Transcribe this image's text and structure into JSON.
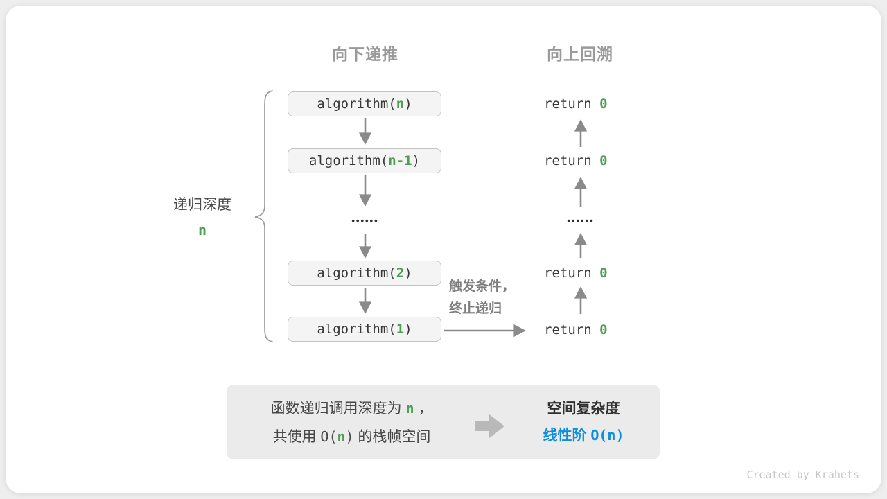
{
  "headers": {
    "down": "向下递推",
    "up": "向上回溯"
  },
  "depth": {
    "label": "递归深度",
    "var": "n"
  },
  "recursion": {
    "boxes": [
      {
        "pre": "algorithm(",
        "arg": "n",
        "post": ")"
      },
      {
        "pre": "algorithm(",
        "arg": "n-1",
        "post": ")"
      },
      {
        "pre": "algorithm(",
        "arg": "2",
        "post": ")"
      },
      {
        "pre": "algorithm(",
        "arg": "1",
        "post": ")"
      }
    ],
    "ellipsis": "••••••",
    "returns": [
      {
        "pre": "return ",
        "val": "0"
      },
      {
        "pre": "return ",
        "val": "0"
      },
      {
        "pre": "return ",
        "val": "0"
      },
      {
        "pre": "return ",
        "val": "0"
      }
    ],
    "note_line1": "触发条件，",
    "note_line2": "终止递归"
  },
  "summary": {
    "l1a": "函数递归调用深度为 ",
    "l1b": "n",
    "l1c": " ，",
    "l2a": "共使用 ",
    "l2b": "O(",
    "l2c": "n",
    "l2d": ")",
    "l2e": " 的栈帧空间",
    "r1": "空间复杂度",
    "r2a": "线性阶 ",
    "r2b": "O(n)"
  },
  "footer": {
    "credit": "Created by Krahets"
  },
  "colors": {
    "accent_green": "#4d9e52",
    "accent_blue": "#0d8edb",
    "arrow_gray": "#8a8a8a",
    "box_fill": "#f4f4f4",
    "box_border": "#c3c3c3",
    "summary_bg": "#ebebeb"
  }
}
